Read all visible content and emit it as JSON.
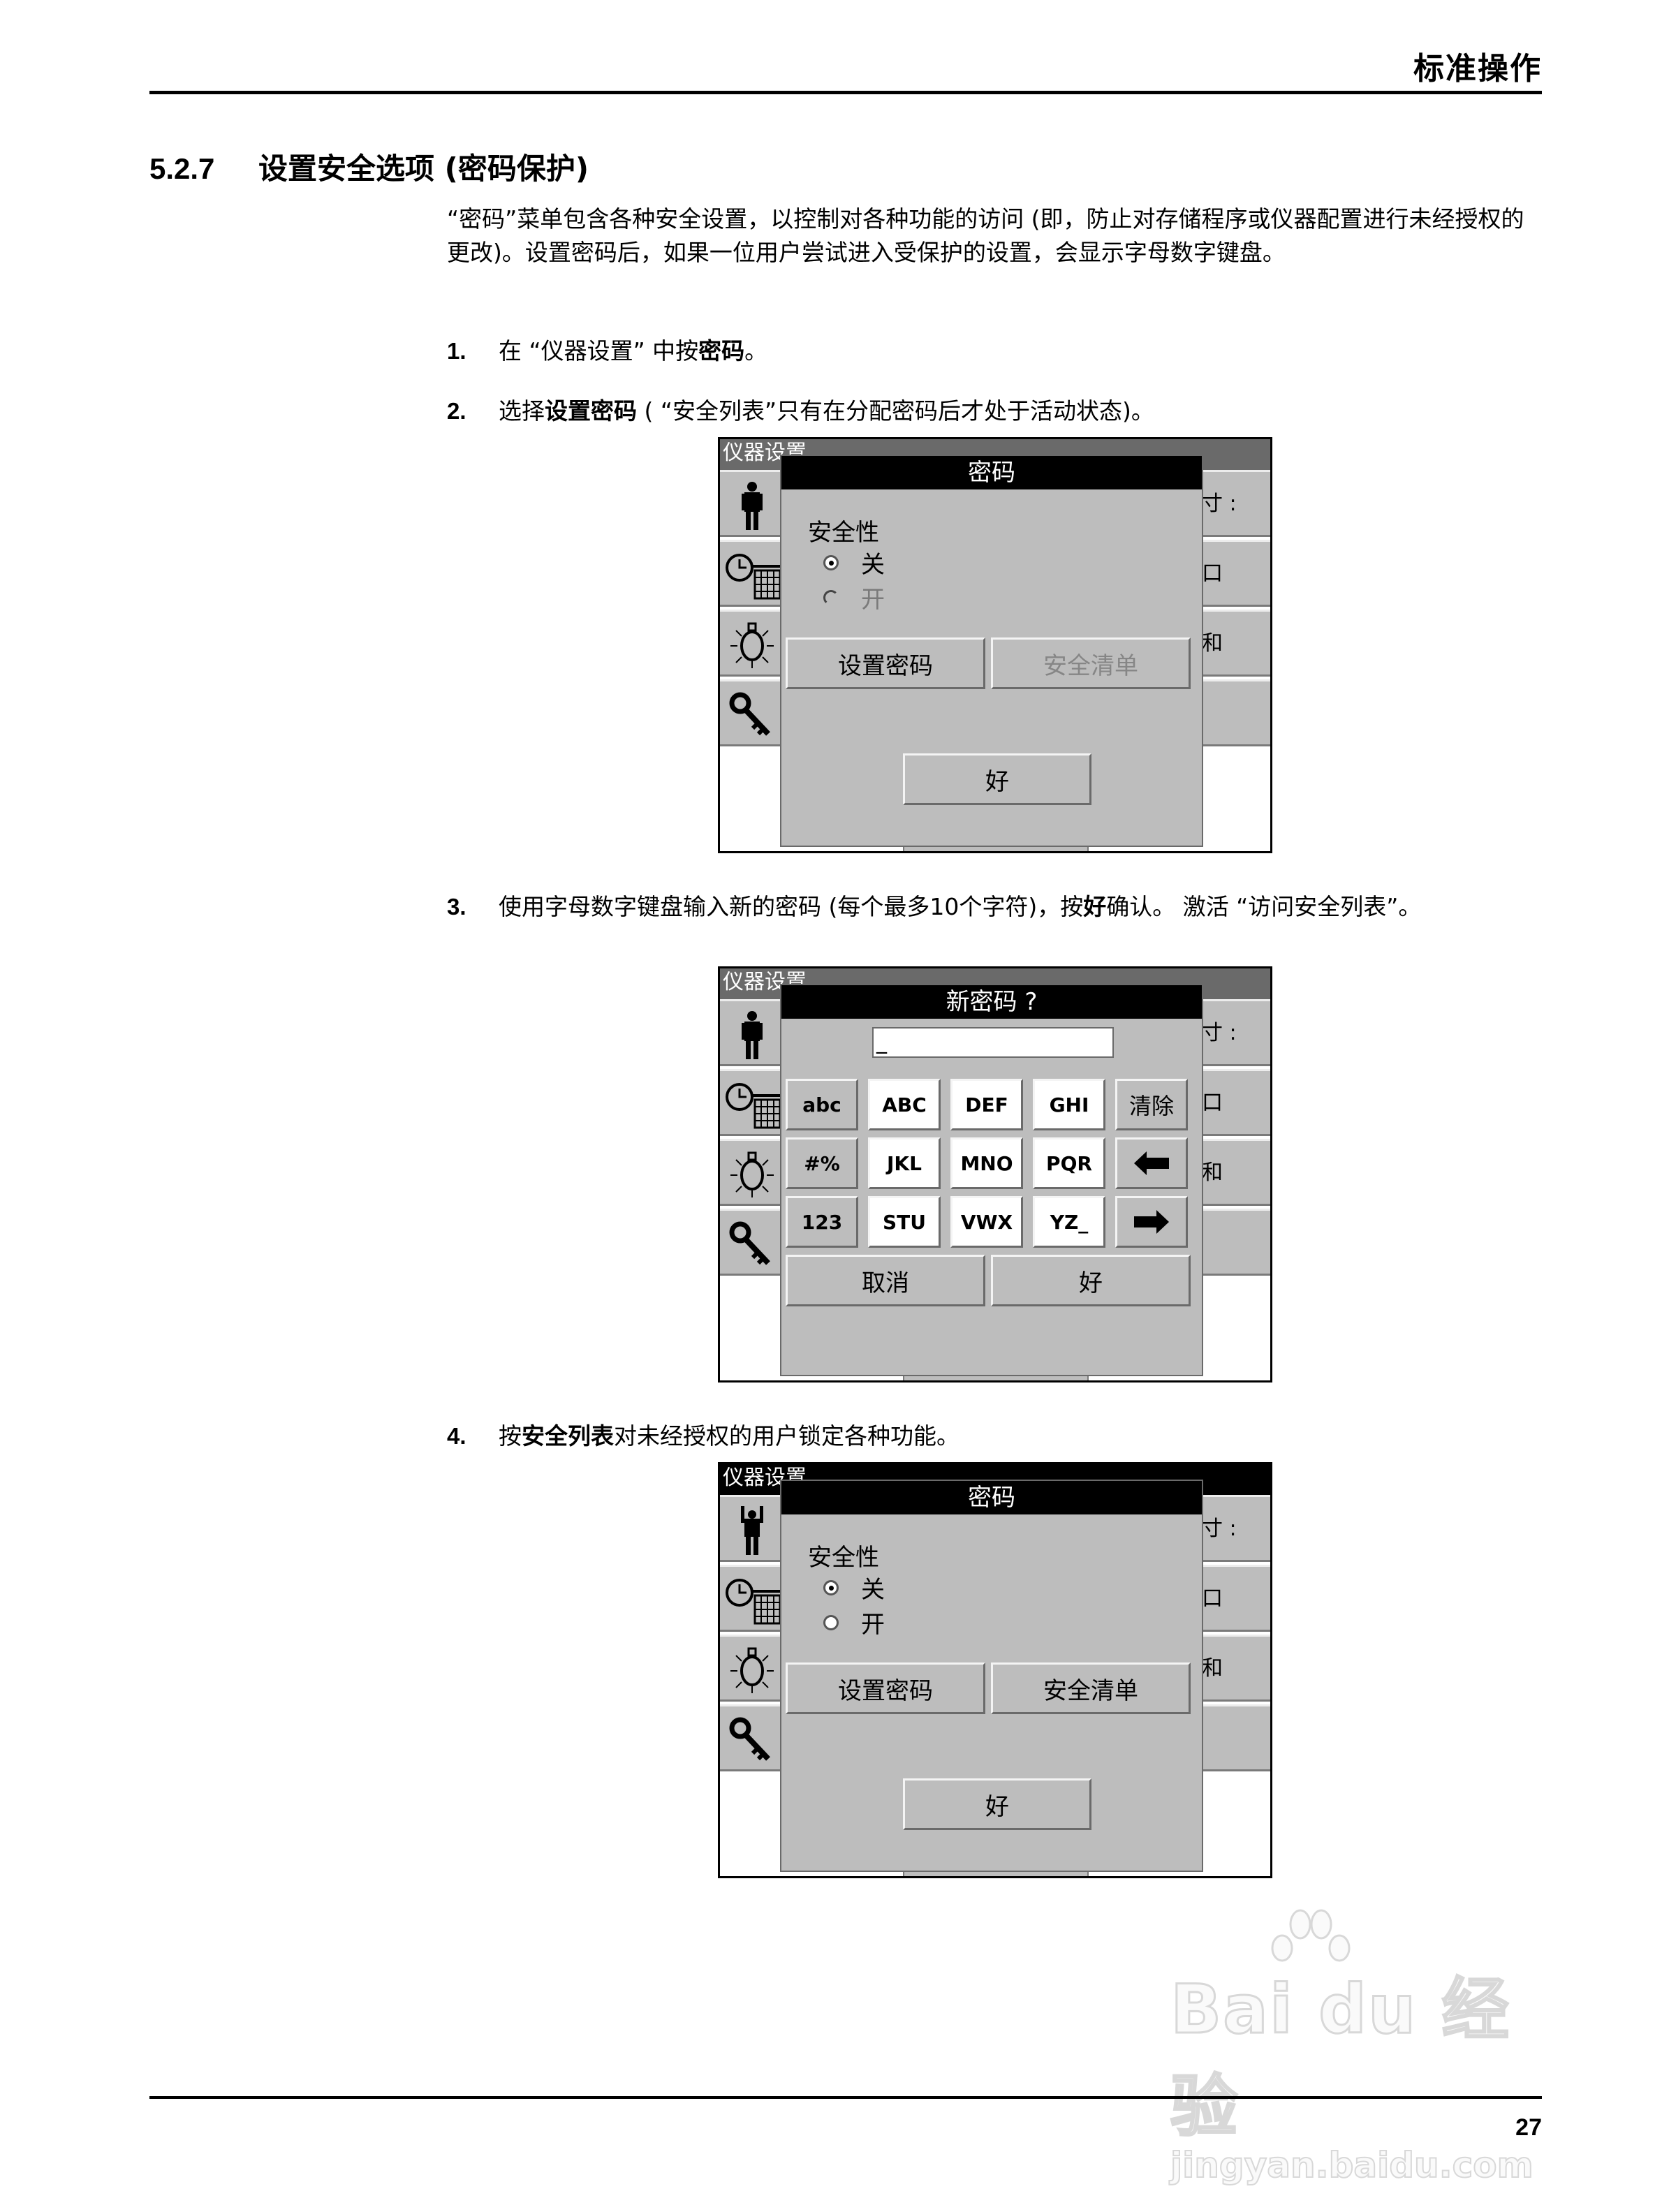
{
  "header": {
    "title": "标准操作"
  },
  "section": {
    "number": "5.2.7",
    "title": "设置安全选项 (密码保护)"
  },
  "intro": "“密码”菜单包含各种安全设置，以控制对各种功能的访问 (即，防止对存储程序或仪器配置进行未经授权的更改)。设置密码后，如果一位用户尝试进入受保护的设置，会显示字母数字键盘。",
  "steps": [
    {
      "num": "1.",
      "pre": "在 “仪器设置” 中按",
      "bold": "密码",
      "post": "。"
    },
    {
      "num": "2.",
      "pre": "选择",
      "bold": "设置密码",
      "post": " ( “安全列表”只有在分配密码后才处于活动状态)。"
    },
    {
      "num": "3.",
      "pre": "使用字母数字键盘输入新的密码 (每个最多10个字符)，按",
      "bold": "好",
      "post": "确认。 激活 “访问安全列表”。"
    },
    {
      "num": "4.",
      "pre": "按",
      "bold": "安全列表",
      "post": "对未经授权的用户锁定各种功能。"
    }
  ],
  "screens": {
    "background": {
      "title": "仪器设置",
      "side_icons": [
        "person-icon",
        "clock-calendar-icon",
        "lamp-icon",
        "key-icon"
      ],
      "partial_labels": [
        "寸 :",
        "口",
        "和",
        ""
      ]
    },
    "screen1": {
      "dialog_title": "密码",
      "security_label": "安全性",
      "radio_off": "关",
      "radio_on": "开",
      "selected": "关",
      "radio_on_enabled": false,
      "set_password_btn": "设置密码",
      "security_list_btn": "安全清单",
      "security_list_enabled": false,
      "ok_btn": "好"
    },
    "screen2": {
      "dialog_title": "新密码 ?",
      "input_value": "_",
      "keys": [
        [
          "abc",
          "ABC",
          "DEF",
          "GHI",
          "清除"
        ],
        [
          "#%",
          "JKL",
          "MNO",
          "PQR",
          "left-arrow-icon"
        ],
        [
          "123",
          "STU",
          "VWX",
          "YZ_",
          "right-arrow-icon"
        ]
      ],
      "cancel_btn": "取消",
      "ok_btn": "好"
    },
    "screen3": {
      "dialog_title": "密码",
      "security_label": "安全性",
      "radio_off": "关",
      "radio_on": "开",
      "selected": "关",
      "radio_on_enabled": true,
      "set_password_btn": "设置密码",
      "security_list_btn": "安全清单",
      "security_list_enabled": true,
      "ok_btn": "好"
    }
  },
  "footer": {
    "page_number": "27"
  },
  "watermark": {
    "logo": "Bai du 经验",
    "url": "jingyan.baidu.com"
  }
}
